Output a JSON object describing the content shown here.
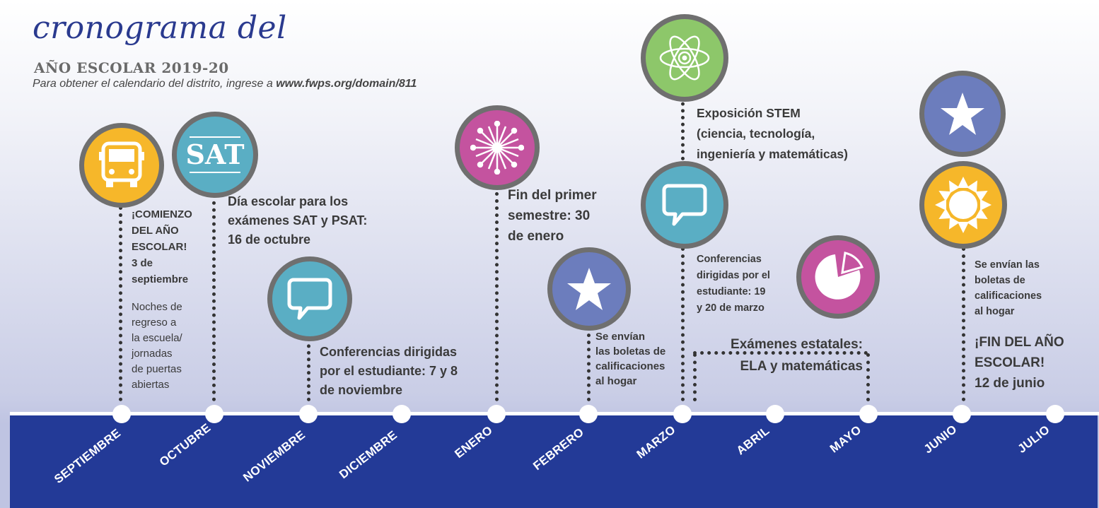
{
  "header": {
    "title": "cronograma del",
    "subtitle": "AÑO ESCOLAR 2019-20",
    "note_prefix": "Para obtener el calendario del distrito, ingrese a ",
    "note_link": "www.fwps.org/domain/811"
  },
  "months": [
    "SEPTIEMBRE",
    "OCTUBRE",
    "NOVIEMBRE",
    "DICIEMBRE",
    "ENERO",
    "FEBRERO",
    "MARZO",
    "ABRIL",
    "MAYO",
    "JUNIO",
    "JULIO"
  ],
  "events": {
    "sep_title": [
      "¡COMIENZO",
      "DEL AÑO",
      "ESCOLAR!",
      "3 de",
      "septiembre"
    ],
    "sep_note": [
      "Noches de",
      "regreso a",
      "la escuela/",
      "jornadas",
      "de puertas",
      "abiertas"
    ],
    "oct": [
      "Día escolar para los",
      "exámenes SAT y PSAT:",
      "16 de octubre"
    ],
    "nov": [
      "Conferencias dirigidas",
      "por el estudiante: 7 y 8",
      "de noviembre"
    ],
    "ene": [
      "Fin del primer",
      "semestre: 30",
      "de enero"
    ],
    "feb": [
      "Se envían",
      "las boletas de",
      "calificaciones",
      "al hogar"
    ],
    "stem": [
      "Exposición STEM",
      "(ciencia, tecnología,",
      "ingeniería y matemáticas)"
    ],
    "mar": [
      "Conferencias",
      "dirigidas por el",
      "estudiante: 19",
      "y 20 de marzo"
    ],
    "state": [
      "Exámenes estatales:",
      "ELA y matemáticas"
    ],
    "jun_cards": [
      "Se envían las",
      "boletas de",
      "calificaciones",
      "al hogar"
    ],
    "jun_end": [
      "¡FIN DEL AÑO",
      "ESCOLAR!",
      "12 de junio"
    ]
  },
  "icons": {
    "sat_label": "SAT",
    "bus": "bus-icon",
    "sat": "sat-icon",
    "chat": "speech-bubble-icon",
    "snow": "snowflake-icon",
    "star": "star-icon",
    "atom": "atom-icon",
    "pie": "pie-chart-icon",
    "sun": "sun-icon"
  },
  "colors": {
    "yellow": "#f6b72a",
    "teal": "#5aaec4",
    "magenta": "#c4539f",
    "purple": "#6c7dbd",
    "green": "#8dc76a",
    "band": "#233a97",
    "ring": "#6f6f6f"
  }
}
